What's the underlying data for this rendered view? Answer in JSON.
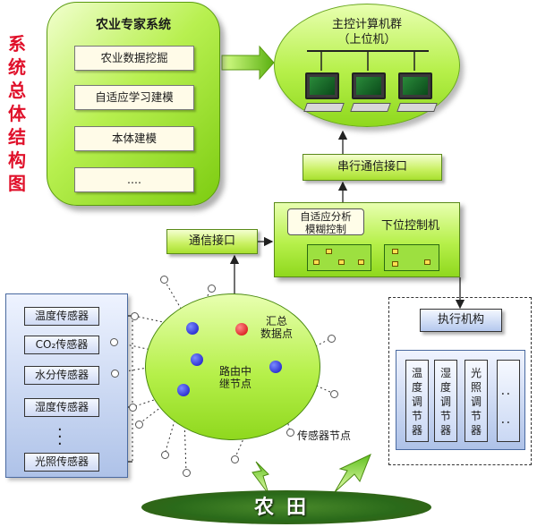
{
  "side_title": [
    "系",
    "统",
    "总",
    "体",
    "结",
    "构",
    "图"
  ],
  "expert": {
    "title": "农业专家系统",
    "items": [
      "农业数据挖掘",
      "自适应学习建模",
      "本体建模",
      "...."
    ]
  },
  "host": {
    "title_line1": "主控计算机群",
    "title_line2": "（上位机）"
  },
  "serial_interface": "串行通信接口",
  "controller": {
    "adaptive_line1": "自适应分析",
    "adaptive_line2": "模糊控制",
    "lower": "下位控制机"
  },
  "comm_interface": "通信接口",
  "network": {
    "sink_line1": "汇总",
    "sink_line2": "数据点",
    "router_line1": "路由中",
    "router_line2": "继节点",
    "sensor_nodes": "传感器节点"
  },
  "sensors": [
    {
      "label": "温度传感器"
    },
    {
      "label": "CO₂传感器"
    },
    {
      "label": "水分传感器"
    },
    {
      "label": "湿度传感器"
    },
    {
      "label": "光照传感器"
    }
  ],
  "sensor_ellipsis": "·\n·\n·",
  "actuator": {
    "title": "执行机构",
    "regulators": [
      "温\n度\n调\n节\n器",
      "湿\n度\n调\n节\n器",
      "光\n照\n调\n节\n器",
      "．．\n\n．．"
    ]
  },
  "farmland": "农田",
  "colors": {
    "title_red": "#e0102a",
    "green": "#8fd81e",
    "blue_panel": "#aec2e8"
  }
}
